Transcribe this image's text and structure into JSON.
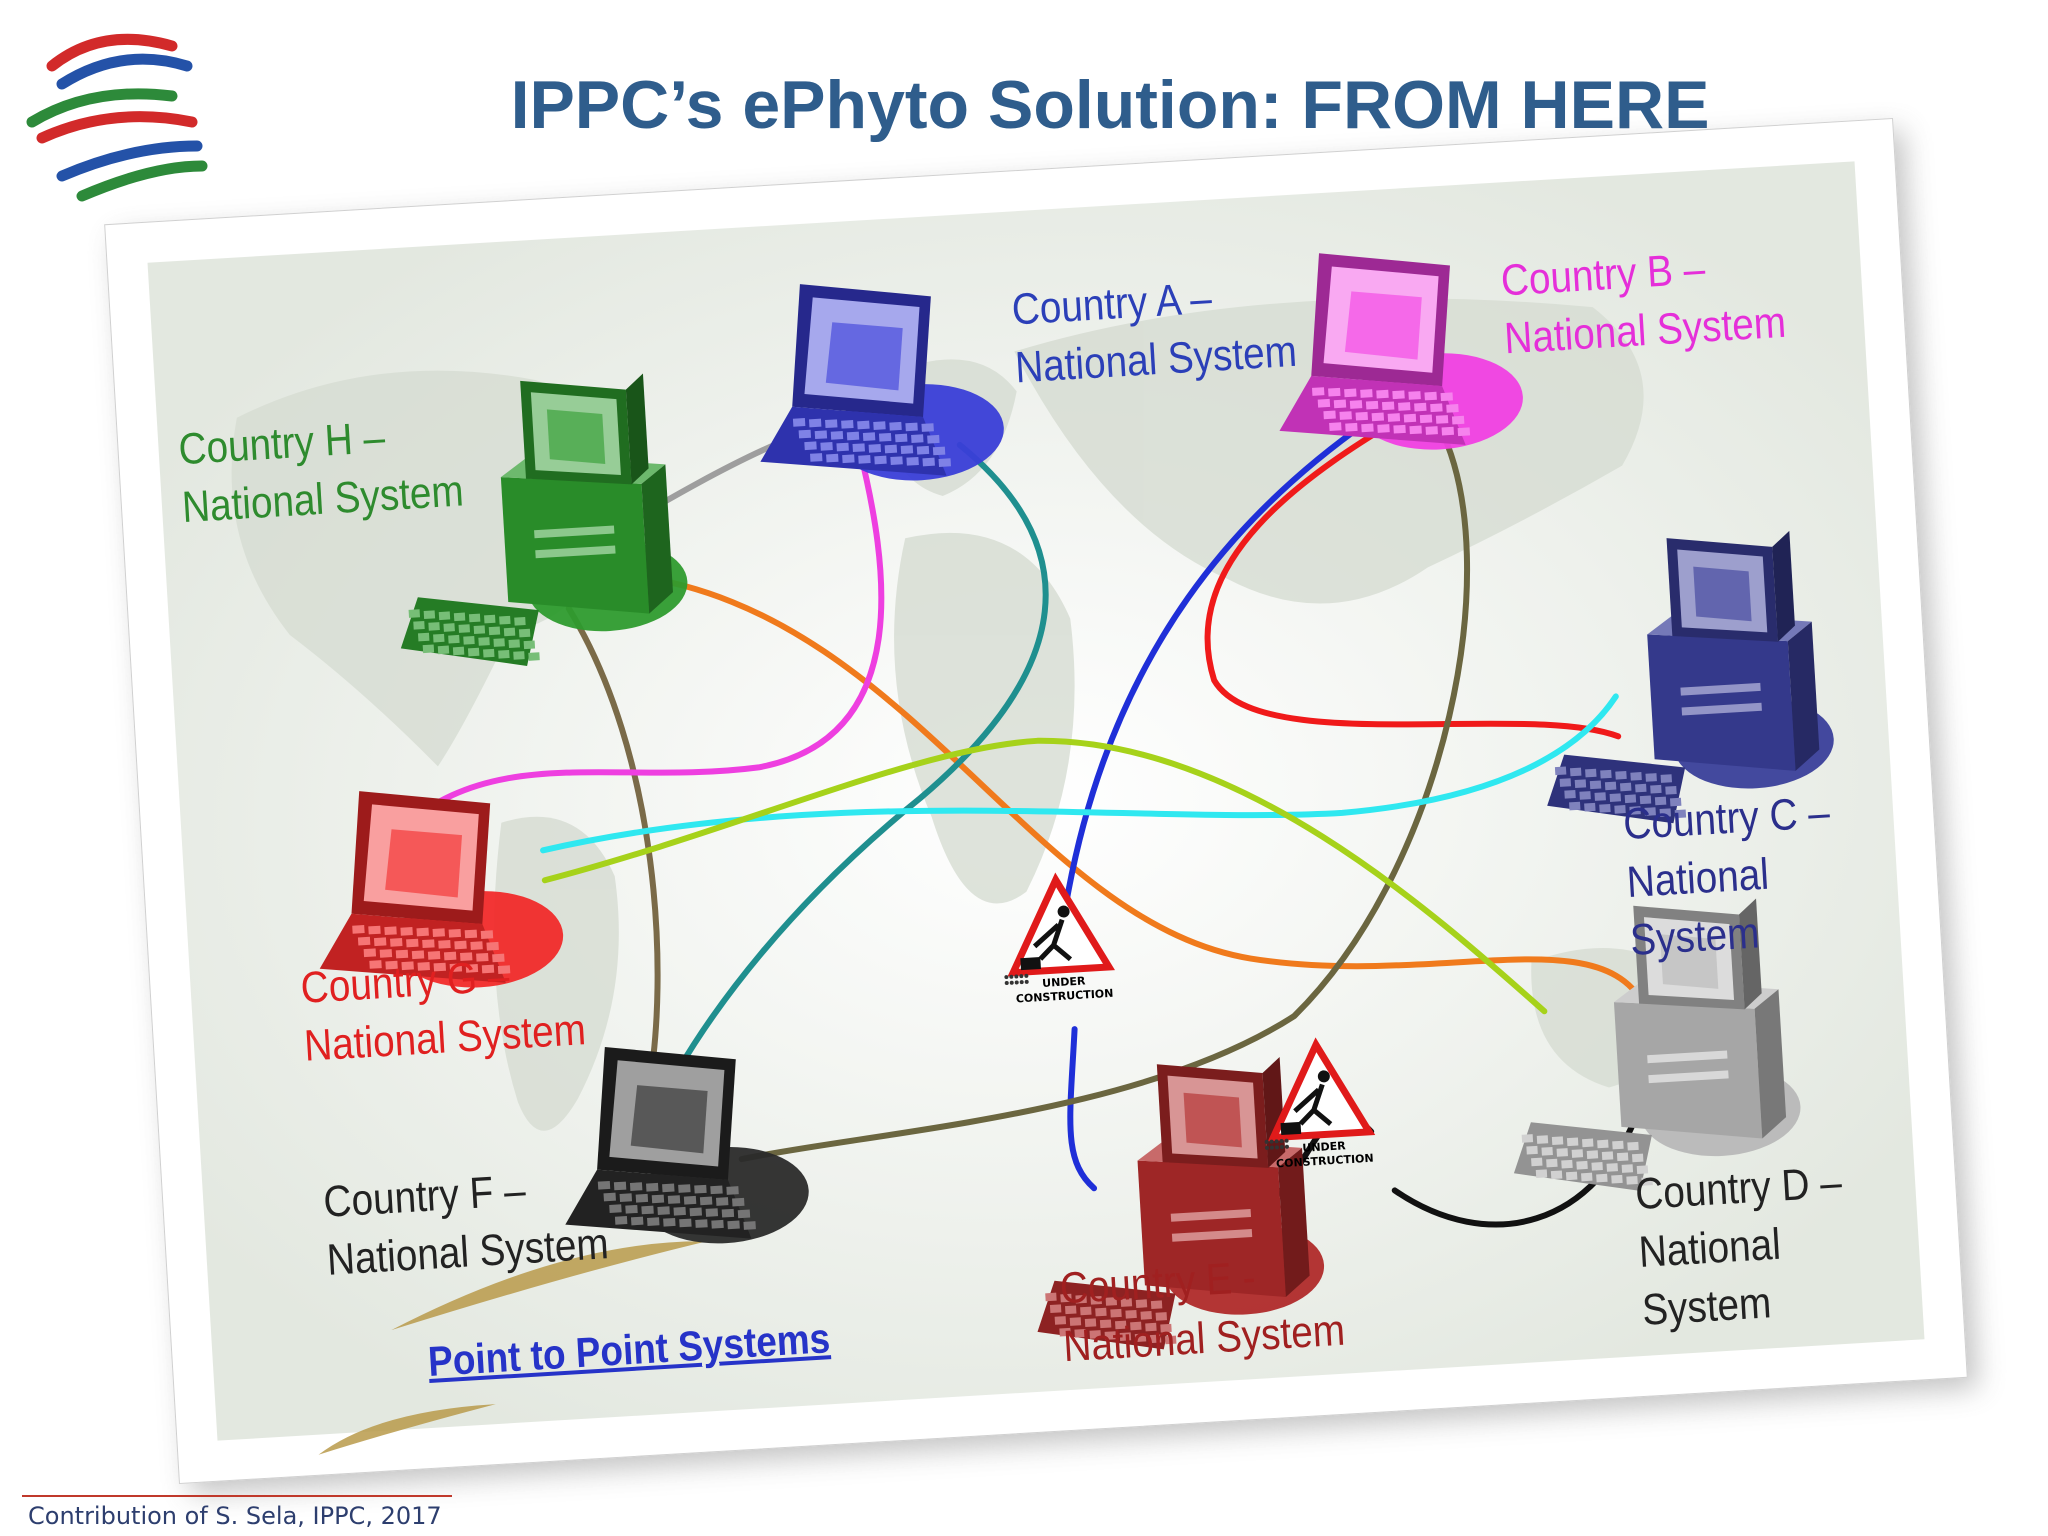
{
  "title": "IPPC’s ePhyto Solution: FROM HERE",
  "credit": "Contribution of  S. Sela, IPPC, 2017",
  "footer_label": "Point to Point Systems",
  "construction_sign": {
    "line1": "UNDER",
    "line2": "CONSTRUCTION"
  },
  "nodes": {
    "h": {
      "label": "Country H –\nNational System",
      "device": "desktop",
      "color": "#2e9b2e"
    },
    "a": {
      "label": "Country A –\nNational System",
      "device": "laptop",
      "color": "#3a3ed8"
    },
    "b": {
      "label": "Country B –\nNational System",
      "device": "laptop",
      "color": "#f13fe3"
    },
    "c": {
      "label": "Country C –\nNational System",
      "device": "desktop",
      "color": "#3a3f9a"
    },
    "g": {
      "label": "Country G –\nNational System",
      "device": "laptop",
      "color": "#f12a2a"
    },
    "f": {
      "label": "Country F –\nNational System",
      "device": "laptop",
      "color": "#2a2a2a"
    },
    "e": {
      "label": "Country E -\nNational System",
      "device": "desktop",
      "color": "#b02a2a"
    },
    "d": {
      "label": "Country D –\nNational System",
      "device": "desktop",
      "color": "#b8b8b8"
    }
  },
  "connections": [
    {
      "from": "h",
      "to": "a",
      "color": "#9e9e9e"
    },
    {
      "from": "h",
      "to": "d",
      "color": "#f07a1c"
    },
    {
      "from": "h",
      "to": "f",
      "color": "#7a6a48"
    },
    {
      "from": "a",
      "to": "g",
      "color": "#ee3fe0"
    },
    {
      "from": "a",
      "to": "f",
      "color": "#1f8f8f"
    },
    {
      "from": "b",
      "to": "e",
      "color": "#1f2fd8",
      "status": "under construction"
    },
    {
      "from": "b",
      "to": "c",
      "color": "#f01a1a"
    },
    {
      "from": "b",
      "to": "f",
      "color": "#6b6640"
    },
    {
      "from": "g",
      "to": "c",
      "color": "#2fe8f0"
    },
    {
      "from": "g",
      "to": "d",
      "color": "#a6d21a"
    },
    {
      "from": "e",
      "to": "d",
      "color": "#111111",
      "status": "under construction"
    }
  ]
}
